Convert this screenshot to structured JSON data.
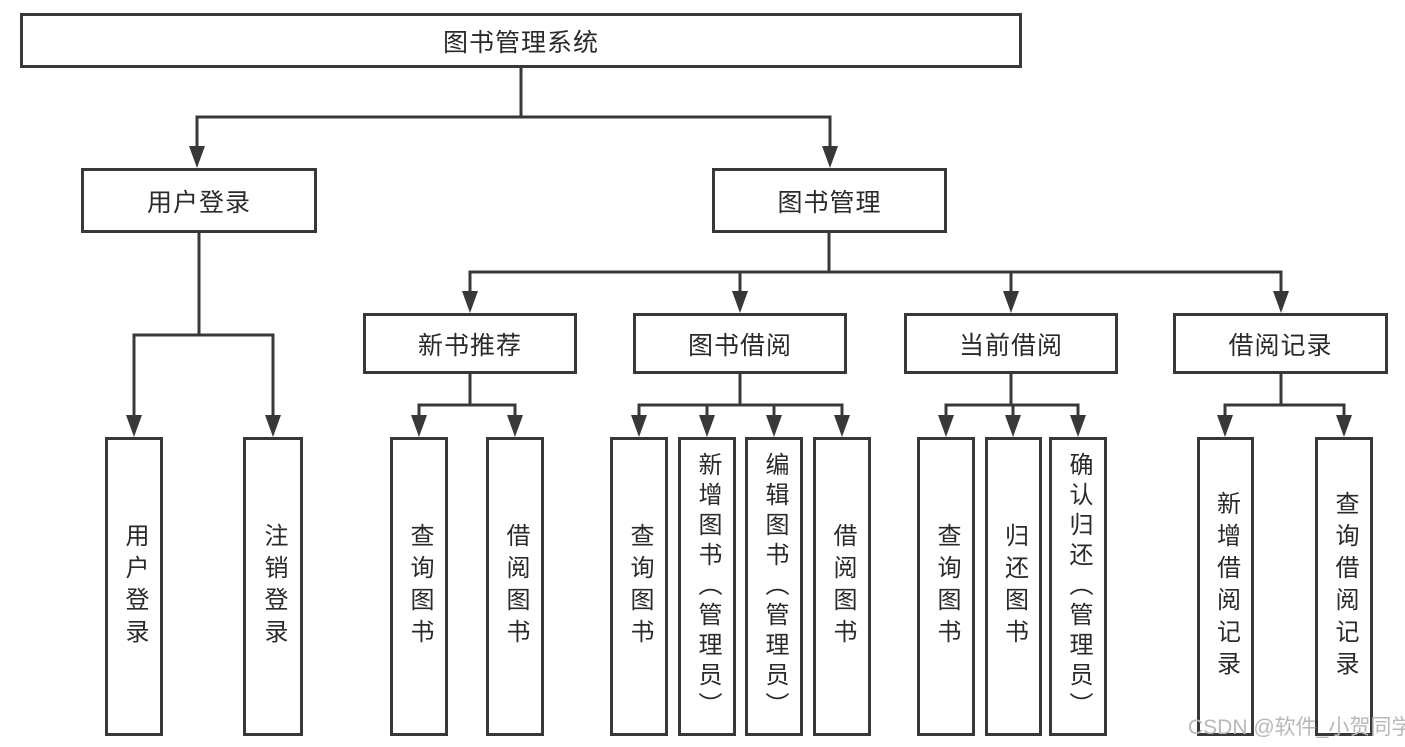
{
  "diagram": {
    "root": {
      "label": "图书管理系统"
    },
    "level1": [
      {
        "id": "user-login",
        "label": "用户登录"
      },
      {
        "id": "book-management",
        "label": "图书管理"
      }
    ],
    "level2": [
      {
        "id": "new-book-recommendation",
        "label": "新书推荐",
        "parent": "图书管理"
      },
      {
        "id": "book-borrowing",
        "label": "图书借阅",
        "parent": "图书管理"
      },
      {
        "id": "current-borrowing",
        "label": "当前借阅",
        "parent": "图书管理"
      },
      {
        "id": "borrowing-records",
        "label": "借阅记录",
        "parent": "图书管理"
      }
    ],
    "leaves": [
      {
        "id": "user-login",
        "label": "用户登录",
        "parent": "用户登录"
      },
      {
        "id": "logout",
        "label": "注销登录",
        "parent": "用户登录"
      },
      {
        "id": "query-books-recommend",
        "label": "查询图书",
        "parent": "新书推荐"
      },
      {
        "id": "borrow-books-recommend",
        "label": "借阅图书",
        "parent": "新书推荐"
      },
      {
        "id": "query-books-borrow",
        "label": "查询图书",
        "parent": "图书借阅"
      },
      {
        "id": "add-book-admin",
        "label": "新增图书（管理员）",
        "parent": "图书借阅"
      },
      {
        "id": "edit-book-admin",
        "label": "编辑图书（管理员）",
        "parent": "图书借阅"
      },
      {
        "id": "borrow-books-borrow",
        "label": "借阅图书",
        "parent": "图书借阅"
      },
      {
        "id": "query-books-current",
        "label": "查询图书",
        "parent": "当前借阅"
      },
      {
        "id": "return-book",
        "label": "归还图书",
        "parent": "当前借阅"
      },
      {
        "id": "confirm-return-admin",
        "label": "确认归还（管理员）",
        "parent": "当前借阅"
      },
      {
        "id": "add-borrow-record",
        "label": "新增借阅记录",
        "parent": "借阅记录"
      },
      {
        "id": "query-borrow-record",
        "label": "查询借阅记录",
        "parent": "借阅记录"
      }
    ],
    "watermark": "CSDN @软件_小贺同学"
  },
  "colors": {
    "line": "#383838",
    "text": "#2a2a2a",
    "box_background": "#ffffff",
    "watermark": "#b8b8b8"
  }
}
